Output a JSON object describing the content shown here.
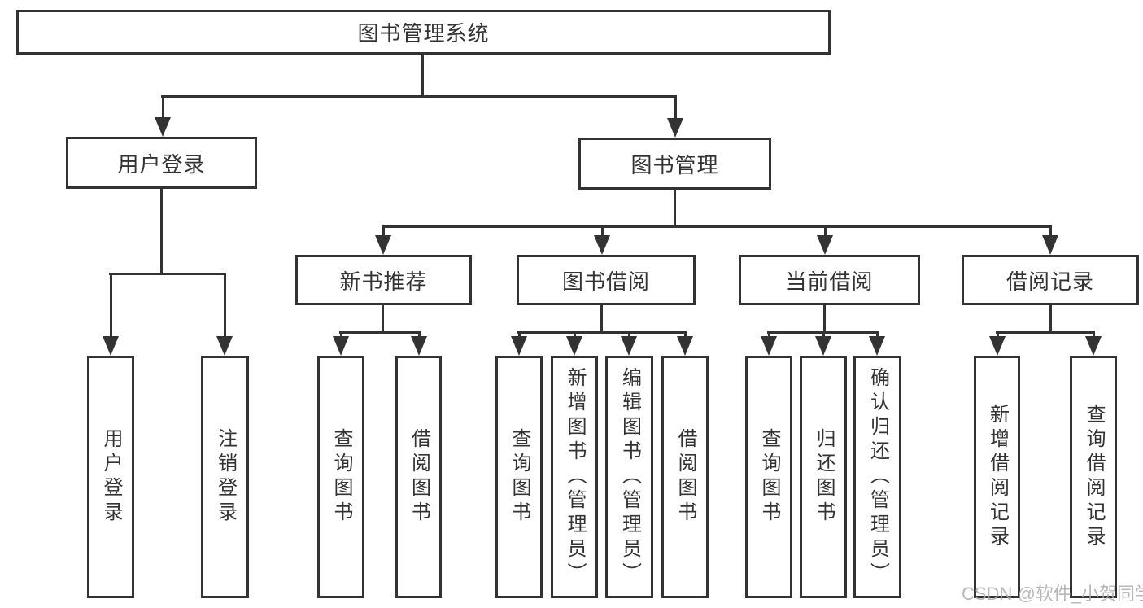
{
  "diagram": {
    "root": "图书管理系统",
    "level2": {
      "userLogin": "用户登录",
      "bookMgmt": "图书管理"
    },
    "level3": {
      "newBooks": "新书推荐",
      "bookBorrow": "图书借阅",
      "currentBorrow": "当前借阅",
      "borrowRecords": "借阅记录"
    },
    "leaves": {
      "userLogin": "用户登录",
      "logout": "注销登录",
      "nbQuery": "查询图书",
      "nbBorrow": "借阅图书",
      "bbQuery": "查询图书",
      "bbAdd": "新增图书（管理员）",
      "bbEdit": "编辑图书（管理员）",
      "bbBorrow": "借阅图书",
      "cbQuery": "查询图书",
      "cbReturn": "归还图书",
      "cbConfirm": "确认归还（管理员）",
      "brAdd": "新增借阅记录",
      "brQuery": "查询借阅记录"
    }
  },
  "watermark": "CSDN @软件_小贺同学",
  "colors": {
    "line": "#333333",
    "text": "#333333",
    "watermark": "#ababab",
    "background": "#ffffff"
  }
}
